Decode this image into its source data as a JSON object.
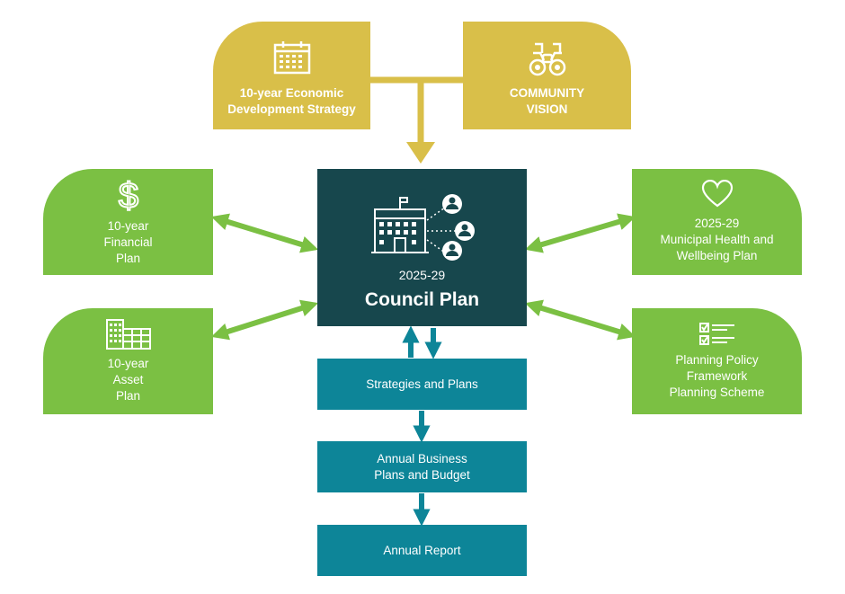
{
  "top": {
    "economic": {
      "line1": "10-year Economic",
      "line2": "Development Strategy",
      "icon": "calendar-icon"
    },
    "vision": {
      "line1": "COMMUNITY",
      "line2": "VISION",
      "icon": "binoculars-icon"
    }
  },
  "left": {
    "financial": {
      "line1": "10-year",
      "line2": "Financial",
      "line3": "Plan",
      "icon": "dollar-icon"
    },
    "asset": {
      "line1": "10-year",
      "line2": "Asset",
      "line3": "Plan",
      "icon": "building-icon"
    }
  },
  "right": {
    "health": {
      "line1": "2025-29",
      "line2": "Municipal Health and",
      "line3": "Wellbeing Plan",
      "icon": "heart-icon"
    },
    "planning": {
      "line1": "Planning Policy",
      "line2": "Framework",
      "line3": "Planning Scheme",
      "icon": "checklist-icon"
    }
  },
  "center": {
    "year": "2025-29",
    "title": "Council Plan",
    "icon": "council-building-icon"
  },
  "chain": {
    "strategies": "Strategies and Plans",
    "business_line1": "Annual Business",
    "business_line2": "Plans and Budget",
    "report": "Annual Report"
  },
  "colors": {
    "gold": "#d9bf49",
    "green": "#7bc043",
    "teal": "#0d8598",
    "dark": "#17474d"
  }
}
